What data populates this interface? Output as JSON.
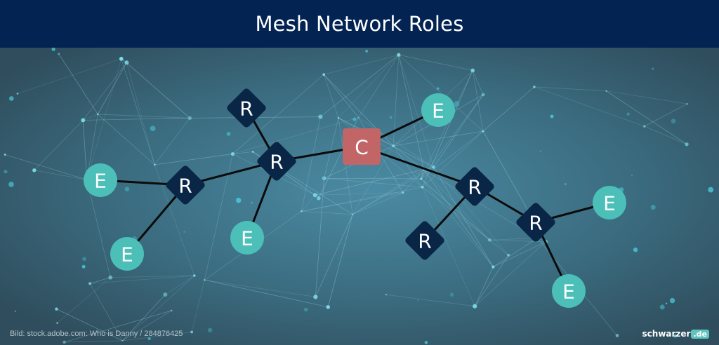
{
  "title": "Mesh Network Roles",
  "credit": "Bild: stock.adobe.com: Who is Danny / 284876425",
  "brand": {
    "name": "schwarzer",
    "suffix": ".de"
  },
  "colors": {
    "header": "#032452",
    "router": "#0a2647",
    "coordinator": "#c16567",
    "end_device": "#4bbfb8",
    "link": "#0b0b0b"
  },
  "nodes": [
    {
      "id": "c1",
      "role": "coordinator",
      "label": "C"
    },
    {
      "id": "r1",
      "role": "router",
      "label": "R"
    },
    {
      "id": "r2",
      "role": "router",
      "label": "R"
    },
    {
      "id": "r3",
      "role": "router",
      "label": "R"
    },
    {
      "id": "r4",
      "role": "router",
      "label": "R"
    },
    {
      "id": "r5",
      "role": "router",
      "label": "R"
    },
    {
      "id": "r6",
      "role": "router",
      "label": "R"
    },
    {
      "id": "e1",
      "role": "end_device",
      "label": "E"
    },
    {
      "id": "e2",
      "role": "end_device",
      "label": "E"
    },
    {
      "id": "e3",
      "role": "end_device",
      "label": "E"
    },
    {
      "id": "e4",
      "role": "end_device",
      "label": "E"
    },
    {
      "id": "e5",
      "role": "end_device",
      "label": "E"
    },
    {
      "id": "e6",
      "role": "end_device",
      "label": "E"
    }
  ],
  "edges": [
    [
      "r2",
      "r1"
    ],
    [
      "r2",
      "c1"
    ],
    [
      "r2",
      "r3"
    ],
    [
      "r2",
      "e3"
    ],
    [
      "r3",
      "e1"
    ],
    [
      "r3",
      "e2"
    ],
    [
      "c1",
      "e4"
    ],
    [
      "c1",
      "r4"
    ],
    [
      "r4",
      "r5"
    ],
    [
      "r4",
      "r6"
    ],
    [
      "r6",
      "e5"
    ],
    [
      "r6",
      "e6"
    ]
  ]
}
